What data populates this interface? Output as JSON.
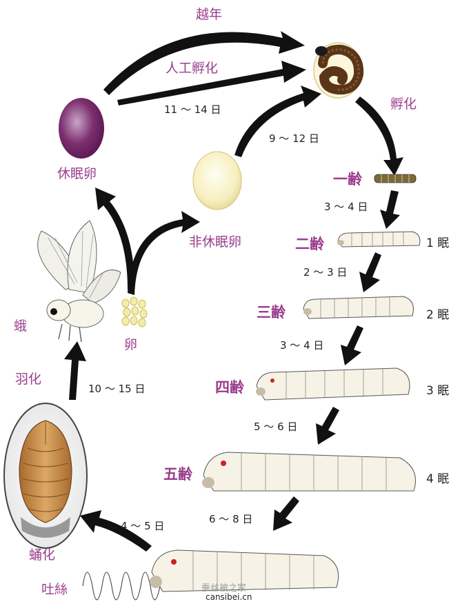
{
  "labels": {
    "overwinter": "越年",
    "artificial_hatch": "人工孵化",
    "hatch": "孵化",
    "diapause_egg": "休眠卵",
    "non_diapause_egg": "非休眠卵",
    "moth": "蛾",
    "egg": "卵",
    "emergence": "羽化",
    "pupation": "蛹化",
    "spinning": "吐絲"
  },
  "durations": {
    "artificial": "11 〜 14 日",
    "non_diapause": "9 〜 12 日",
    "instar1": "3 〜 4 日",
    "instar2": "2 〜 3 日",
    "instar3": "3 〜 4 日",
    "instar4": "5 〜 6 日",
    "instar5": "6 〜 8 日",
    "spin_to_pupa": "4 〜 5 日",
    "pupa_to_moth": "10 〜 15 日"
  },
  "stages": {
    "s1": "一齢",
    "s2": "二齢",
    "s3": "三齢",
    "s4": "四齢",
    "s5": "五齢"
  },
  "molts": {
    "m1": "1 眠",
    "m2": "2 眠",
    "m3": "3 眠",
    "m4": "4 眠"
  },
  "watermark": {
    "line1": "蚕丝被之家",
    "line2": "cansibei.cn"
  },
  "colors": {
    "label_purple": "#9a3d8c",
    "diapause_egg": "#7a2a6a",
    "non_diapause_egg": "#f4ecb0",
    "larva_body": "#f4f1e4",
    "pupa": "#c8924a",
    "arrow": "#111111"
  }
}
